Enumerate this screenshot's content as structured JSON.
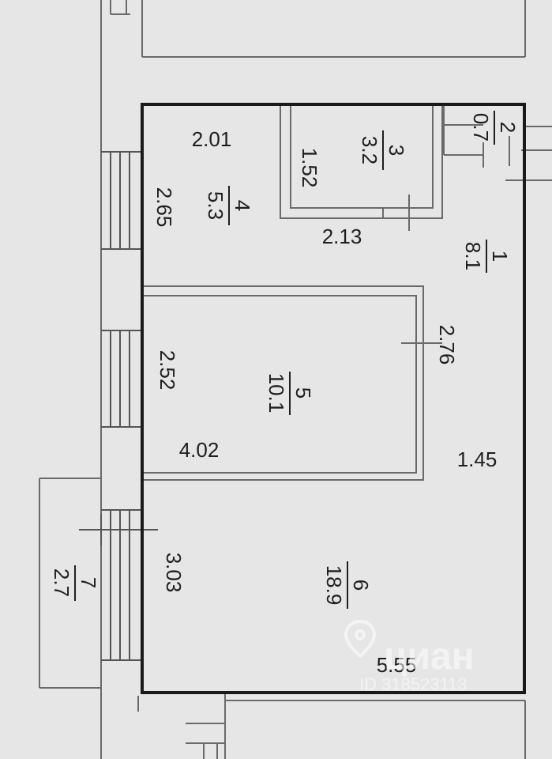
{
  "rooms": [
    {
      "id": "1",
      "number": "1",
      "area": "8.1"
    },
    {
      "id": "2",
      "number": "2",
      "area": "0.7"
    },
    {
      "id": "3",
      "number": "3",
      "area": "3.2"
    },
    {
      "id": "4",
      "number": "4",
      "area": "5.3"
    },
    {
      "id": "5",
      "number": "5",
      "area": "10.1"
    },
    {
      "id": "6",
      "number": "6",
      "area": "18.9"
    },
    {
      "id": "7",
      "number": "7",
      "area": "2.7"
    }
  ],
  "dimensions": {
    "d_2_01": "2.01",
    "d_2_65": "2.65",
    "d_1_52": "1.52",
    "d_2_13": "2.13",
    "d_2_76": "2.76",
    "d_2_52": "2.52",
    "d_4_02": "4.02",
    "d_1_45": "1.45",
    "d_3_03": "3.03",
    "d_5_55": "5.55"
  },
  "watermark": {
    "brand": "циан",
    "id_text": "ID 318523113"
  },
  "colors": {
    "background": "#e6e6e6",
    "wall": "#1a1a1a",
    "thin_line": "#6a6a6a",
    "text": "#1e1e1e"
  }
}
